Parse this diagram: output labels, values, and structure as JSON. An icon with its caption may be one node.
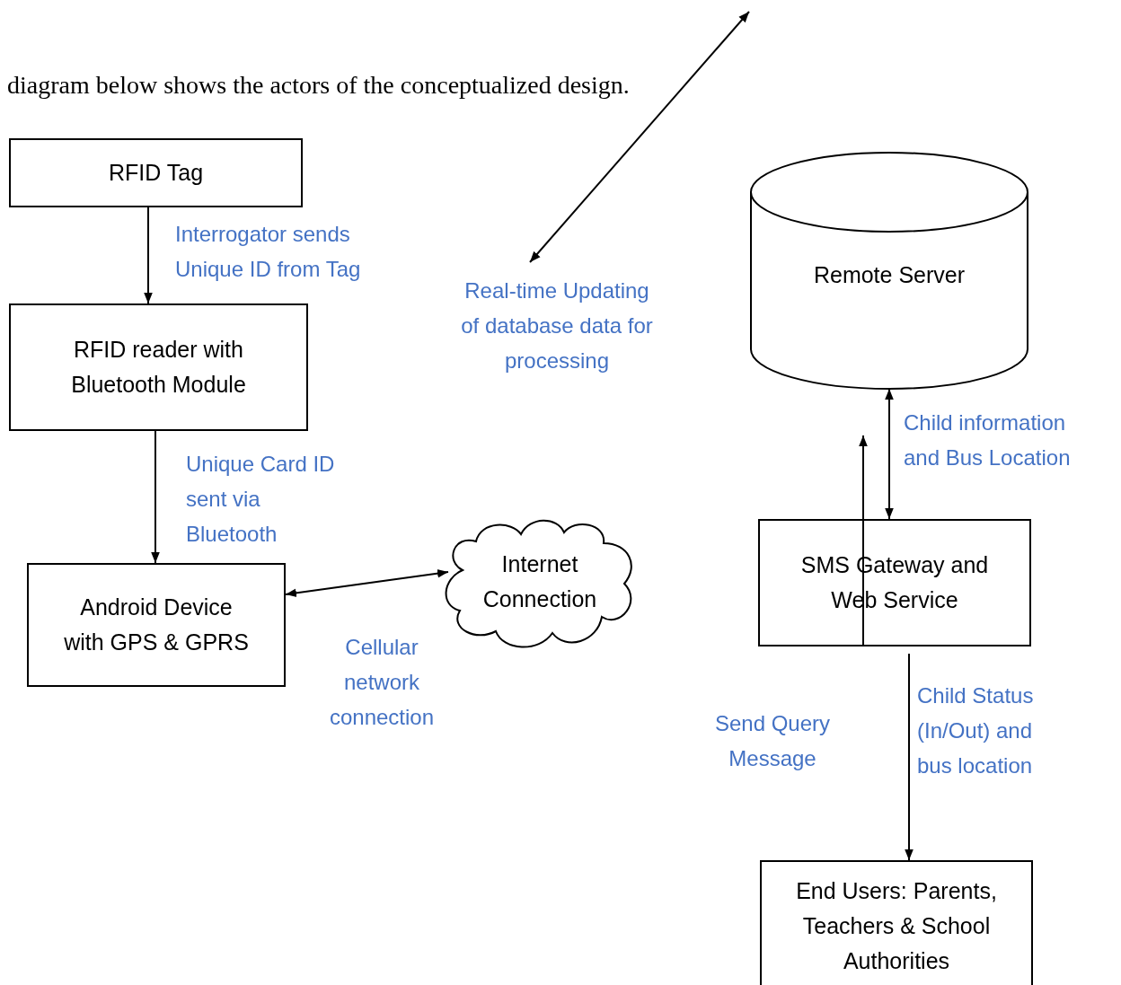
{
  "diagram": {
    "nodes": [
      {
        "text": [
          "RFID Tag"
        ]
      },
      {
        "text": [
          "RFID reader with Bluetooth Module"
        ]
      },
      {
        "text": [
          "Android Device with GPS & GPRS"
        ]
      },
      {
        "text": [
          "Internet Connection"
        ]
      },
      {
        "text": [
          "Remote Server"
        ]
      },
      {
        "text": [
          "SMS Gateway and Web Service"
        ]
      },
      {
        "text": [
          "End Users: Parents, Teachers & School Authorities"
        ]
      }
    ],
    "edges": [
      {
        "from": 0,
        "to": 1,
        "arrow": "to",
        "label": "Interrogator sends Unique ID from Tag"
      },
      {
        "from": 1,
        "to": 2,
        "arrow": "to",
        "label": "Unique Card ID sent via Bluetooth"
      },
      {
        "from": 2,
        "to": 3,
        "arrow": "both",
        "label": "Cellular network connection"
      },
      {
        "from": 5,
        "to": 4,
        "arrow": "both",
        "label": "Child information and Bus Location"
      },
      {
        "from": 5,
        "to": null,
        "arrow": "to",
        "label": "Send Query Message"
      },
      {
        "from": 5,
        "to": 6,
        "arrow": "to",
        "label": "Child Status (In/Out) and bus location"
      }
    ],
    "labels": [
      "diagram below shows the actors of the conceptualized design.",
      "Real-time Updating of database data for processing"
    ]
  }
}
